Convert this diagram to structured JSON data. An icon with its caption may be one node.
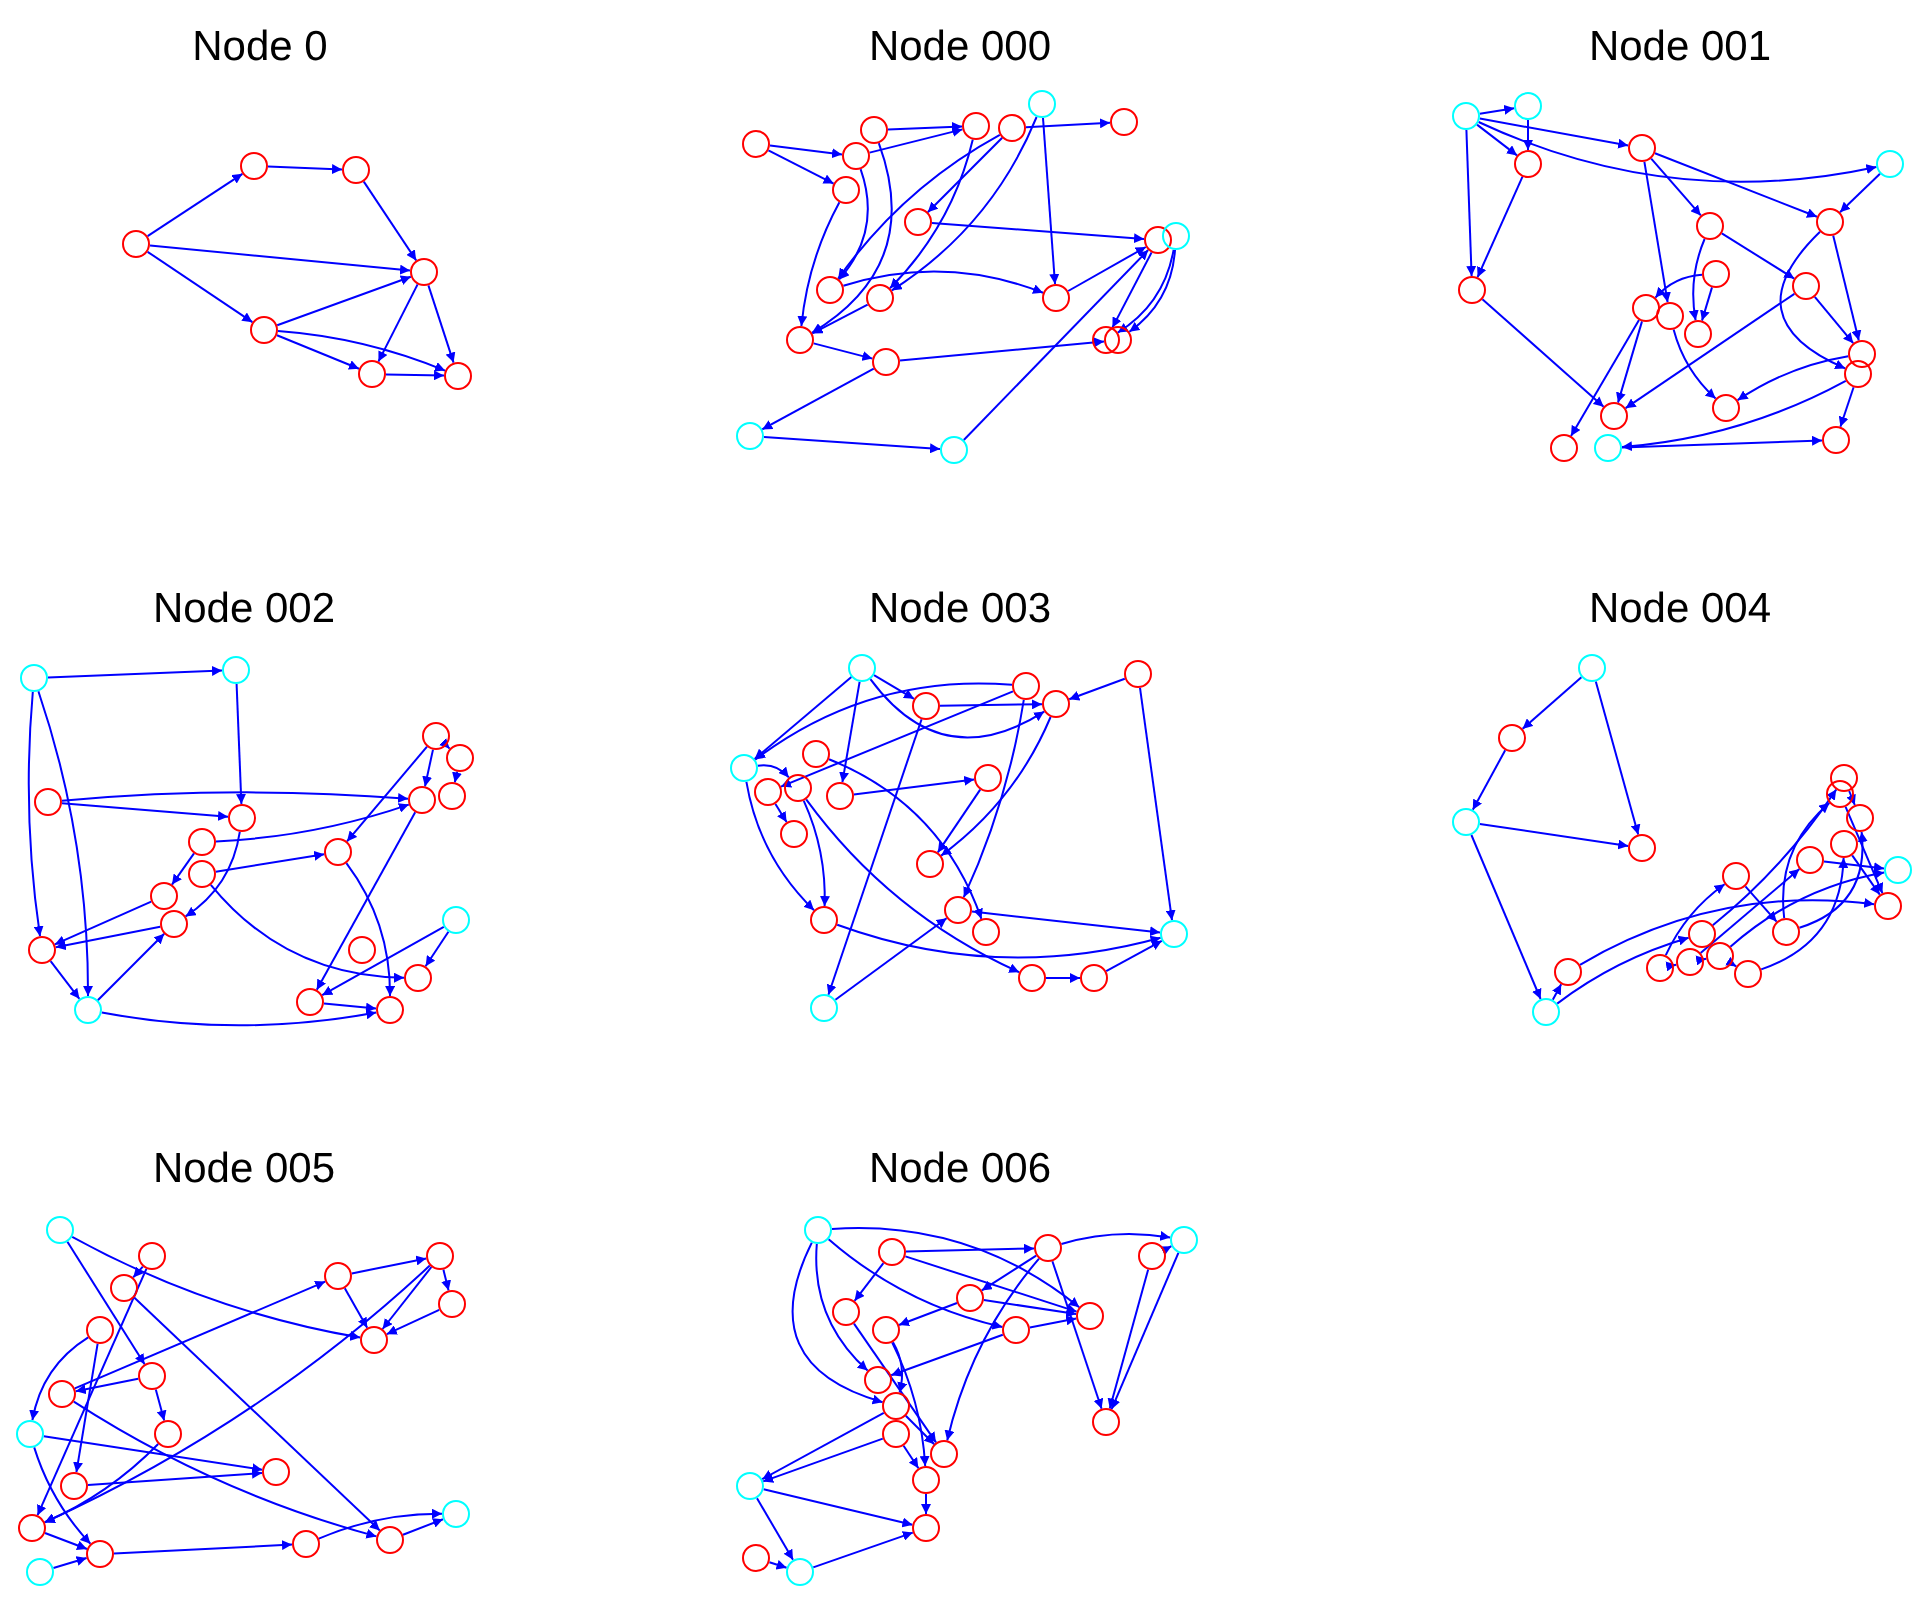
{
  "diagram": {
    "nodes": [
      {
        "text": [],
        "shape": "circle"
      },
      {
        "text": [],
        "shape": "circle"
      },
      {
        "text": [],
        "shape": "circle"
      },
      {
        "text": [],
        "shape": "circle"
      },
      {
        "text": [],
        "shape": "circle"
      },
      {
        "text": [],
        "shape": "circle"
      },
      {
        "text": [],
        "shape": "circle"
      },
      {
        "text": [],
        "shape": "circle"
      },
      {
        "text": [],
        "shape": "circle"
      },
      {
        "text": [],
        "shape": "circle"
      },
      {
        "text": [],
        "shape": "circle"
      },
      {
        "text": [],
        "shape": "circle"
      },
      {
        "text": [],
        "shape": "circle"
      },
      {
        "text": [],
        "shape": "circle"
      },
      {
        "text": [],
        "shape": "circle"
      },
      {
        "text": [],
        "shape": "circle"
      },
      {
        "text": [],
        "shape": "circle"
      },
      {
        "text": [],
        "shape": "circle"
      },
      {
        "text": [],
        "shape": "circle"
      },
      {
        "text": [],
        "shape": "circle"
      },
      {
        "text": [],
        "shape": "circle"
      },
      {
        "text": [],
        "shape": "circle"
      },
      {
        "text": [],
        "shape": "circle"
      },
      {
        "text": [],
        "shape": "circle"
      },
      {
        "text": [],
        "shape": "circle"
      },
      {
        "text": [],
        "shape": "circle"
      },
      {
        "text": [],
        "shape": "circle"
      },
      {
        "text": [],
        "shape": "circle"
      },
      {
        "text": [],
        "shape": "circle"
      },
      {
        "text": [],
        "shape": "circle"
      },
      {
        "text": [],
        "shape": "circle"
      },
      {
        "text": [],
        "shape": "circle"
      },
      {
        "text": [],
        "shape": "circle"
      },
      {
        "text": [],
        "shape": "circle"
      },
      {
        "text": [],
        "shape": "circle"
      },
      {
        "text": [],
        "shape": "circle"
      },
      {
        "text": [],
        "shape": "circle"
      },
      {
        "text": [],
        "shape": "circle"
      },
      {
        "text": [],
        "shape": "circle"
      },
      {
        "text": [],
        "shape": "circle"
      },
      {
        "text": [],
        "shape": "circle"
      },
      {
        "text": [],
        "shape": "circle"
      },
      {
        "text": [],
        "shape": "circle"
      },
      {
        "text": [],
        "shape": "circle"
      },
      {
        "text": [],
        "shape": "circle"
      },
      {
        "text": [],
        "shape": "circle"
      },
      {
        "text": [],
        "shape": "circle"
      },
      {
        "text": [],
        "shape": "circle"
      },
      {
        "text": [],
        "shape": "circle"
      },
      {
        "text": [],
        "shape": "circle"
      },
      {
        "text": [],
        "shape": "circle"
      },
      {
        "text": [],
        "shape": "circle"
      },
      {
        "text": [],
        "shape": "circle"
      },
      {
        "text": [],
        "shape": "circle"
      },
      {
        "text": [],
        "shape": "circle"
      },
      {
        "text": [],
        "shape": "circle"
      },
      {
        "text": [],
        "shape": "circle"
      },
      {
        "text": [],
        "shape": "circle"
      },
      {
        "text": [],
        "shape": "circle"
      },
      {
        "text": [],
        "shape": "circle"
      },
      {
        "text": [],
        "shape": "circle"
      },
      {
        "text": [],
        "shape": "circle"
      },
      {
        "text": [],
        "shape": "circle"
      },
      {
        "text": [],
        "shape": "circle"
      },
      {
        "text": [],
        "shape": "circle"
      },
      {
        "text": [],
        "shape": "circle"
      },
      {
        "text": [],
        "shape": "circle"
      },
      {
        "text": [],
        "shape": "circle"
      },
      {
        "text": [],
        "shape": "circle"
      },
      {
        "text": [],
        "shape": "circle"
      },
      {
        "text": [],
        "shape": "circle"
      },
      {
        "text": [],
        "shape": "circle"
      },
      {
        "text": [],
        "shape": "circle"
      },
      {
        "text": [],
        "shape": "circle"
      },
      {
        "text": [],
        "shape": "circle"
      },
      {
        "text": [],
        "shape": "circle"
      },
      {
        "text": [],
        "shape": "circle"
      },
      {
        "text": [],
        "shape": "circle"
      },
      {
        "text": [],
        "shape": "circle"
      },
      {
        "text": [],
        "shape": "circle"
      },
      {
        "text": [],
        "shape": "circle"
      },
      {
        "text": [],
        "shape": "circle"
      },
      {
        "text": [],
        "shape": "circle"
      },
      {
        "text": [],
        "shape": "circle"
      },
      {
        "text": [],
        "shape": "circle"
      },
      {
        "text": [],
        "shape": "circle"
      },
      {
        "text": [],
        "shape": "circle"
      },
      {
        "text": [],
        "shape": "circle"
      },
      {
        "text": [],
        "shape": "circle"
      },
      {
        "text": [],
        "shape": "circle"
      },
      {
        "text": [],
        "shape": "circle"
      },
      {
        "text": [],
        "shape": "circle"
      },
      {
        "text": [],
        "shape": "circle"
      },
      {
        "text": [],
        "shape": "circle"
      },
      {
        "text": [],
        "shape": "circle"
      },
      {
        "text": [],
        "shape": "circle"
      },
      {
        "text": [],
        "shape": "circle"
      },
      {
        "text": [],
        "shape": "circle"
      },
      {
        "text": [],
        "shape": "circle"
      },
      {
        "text": [],
        "shape": "circle"
      },
      {
        "text": [],
        "shape": "circle"
      },
      {
        "text": [],
        "shape": "circle"
      },
      {
        "text": [],
        "shape": "circle"
      },
      {
        "text": [],
        "shape": "circle"
      },
      {
        "text": [],
        "shape": "circle"
      },
      {
        "text": [],
        "shape": "circle"
      },
      {
        "text": [],
        "shape": "circle"
      },
      {
        "text": [],
        "shape": "circle"
      },
      {
        "text": [],
        "shape": "circle"
      },
      {
        "text": [],
        "shape": "circle"
      },
      {
        "text": [],
        "shape": "circle"
      },
      {
        "text": [],
        "shape": "circle"
      },
      {
        "text": [],
        "shape": "circle"
      },
      {
        "text": [],
        "shape": "circle"
      },
      {
        "text": [],
        "shape": "circle"
      },
      {
        "text": [],
        "shape": "circle"
      },
      {
        "text": [],
        "shape": "circle"
      },
      {
        "text": [],
        "shape": "circle"
      },
      {
        "text": [],
        "shape": "circle"
      },
      {
        "text": [],
        "shape": "circle"
      },
      {
        "text": [],
        "shape": "circle"
      },
      {
        "text": [],
        "shape": "circle"
      },
      {
        "text": [],
        "shape": "circle"
      },
      {
        "text": [],
        "shape": "circle"
      },
      {
        "text": [],
        "shape": "circle"
      },
      {
        "text": [],
        "shape": "circle"
      },
      {
        "text": [],
        "shape": "circle"
      },
      {
        "text": [],
        "shape": "circle"
      },
      {
        "text": [],
        "shape": "circle"
      },
      {
        "text": [],
        "shape": "circle"
      },
      {
        "text": [],
        "shape": "circle"
      },
      {
        "text": [],
        "shape": "circle"
      },
      {
        "text": [],
        "shape": "circle"
      },
      {
        "text": [],
        "shape": "circle"
      },
      {
        "text": [],
        "shape": "circle"
      },
      {
        "text": [],
        "shape": "circle"
      },
      {
        "text": [],
        "shape": "circle"
      },
      {
        "text": [],
        "shape": "circle"
      },
      {
        "text": [],
        "shape": "circle"
      },
      {
        "text": [],
        "shape": "circle"
      },
      {
        "text": [],
        "shape": "circle"
      },
      {
        "text": [],
        "shape": "circle"
      },
      {
        "text": [],
        "shape": "circle"
      },
      {
        "text": [],
        "shape": "circle"
      },
      {
        "text": [],
        "shape": "circle"
      },
      {
        "text": [],
        "shape": "circle"
      },
      {
        "text": [],
        "shape": "circle"
      }
    ],
    "edges": [
      {
        "from": 0,
        "to": 1,
        "arrow": "to"
      },
      {
        "from": 1,
        "to": 2,
        "arrow": "to"
      },
      {
        "from": 2,
        "to": 3,
        "arrow": "to"
      },
      {
        "from": 0,
        "to": 3,
        "arrow": "to"
      },
      {
        "from": 0,
        "to": 4,
        "arrow": "to"
      },
      {
        "from": 4,
        "to": 3,
        "arrow": "to"
      },
      {
        "from": 4,
        "to": 5,
        "arrow": "to"
      },
      {
        "from": 4,
        "to": 6,
        "arrow": "to"
      },
      {
        "from": 5,
        "to": 6,
        "arrow": "to"
      },
      {
        "from": 3,
        "to": 5,
        "arrow": "to"
      },
      {
        "from": 3,
        "to": 6,
        "arrow": "to"
      },
      {
        "from": 7,
        "to": 10,
        "arrow": "to"
      },
      {
        "from": 7,
        "to": 9,
        "arrow": "to"
      },
      {
        "from": 8,
        "to": 11,
        "arrow": "to"
      },
      {
        "from": 9,
        "to": 11,
        "arrow": "to"
      },
      {
        "from": 8,
        "to": 21,
        "arrow": "to"
      },
      {
        "from": 9,
        "to": 18,
        "arrow": "to"
      },
      {
        "from": 10,
        "to": 21,
        "arrow": "to"
      },
      {
        "from": 11,
        "to": 19,
        "arrow": "to"
      },
      {
        "from": 13,
        "to": 19,
        "arrow": "to"
      },
      {
        "from": 12,
        "to": 15,
        "arrow": "to"
      },
      {
        "from": 12,
        "to": 14,
        "arrow": "to"
      },
      {
        "from": 13,
        "to": 20,
        "arrow": "to"
      },
      {
        "from": 15,
        "to": 16,
        "arrow": "to"
      },
      {
        "from": 18,
        "to": 20,
        "arrow": "to"
      },
      {
        "from": 19,
        "to": 21,
        "arrow": "to"
      },
      {
        "from": 21,
        "to": 24,
        "arrow": "to"
      },
      {
        "from": 24,
        "to": 23,
        "arrow": "to"
      },
      {
        "from": 20,
        "to": 16,
        "arrow": "to"
      },
      {
        "from": 16,
        "to": 22,
        "arrow": "to"
      },
      {
        "from": 17,
        "to": 23,
        "arrow": "to"
      },
      {
        "from": 17,
        "to": 22,
        "arrow": "to"
      },
      {
        "from": 24,
        "to": 25,
        "arrow": "to"
      },
      {
        "from": 25,
        "to": 26,
        "arrow": "to"
      },
      {
        "from": 26,
        "to": 16,
        "arrow": "to"
      },
      {
        "from": 12,
        "to": 18,
        "arrow": "to"
      },
      {
        "from": 27,
        "to": 28,
        "arrow": "to"
      },
      {
        "from": 27,
        "to": 31,
        "arrow": "to"
      },
      {
        "from": 28,
        "to": 29,
        "arrow": "to"
      },
      {
        "from": 27,
        "to": 29,
        "arrow": "to"
      },
      {
        "from": 27,
        "to": 34,
        "arrow": "to"
      },
      {
        "from": 29,
        "to": 34,
        "arrow": "to"
      },
      {
        "from": 27,
        "to": 30,
        "arrow": "to"
      },
      {
        "from": 30,
        "to": 33,
        "arrow": "to"
      },
      {
        "from": 31,
        "to": 33,
        "arrow": "to"
      },
      {
        "from": 30,
        "to": 38,
        "arrow": "to"
      },
      {
        "from": 30,
        "to": 32,
        "arrow": "to"
      },
      {
        "from": 32,
        "to": 36,
        "arrow": "to"
      },
      {
        "from": 32,
        "to": 39,
        "arrow": "to"
      },
      {
        "from": 35,
        "to": 39,
        "arrow": "to"
      },
      {
        "from": 35,
        "to": 37,
        "arrow": "to"
      },
      {
        "from": 37,
        "to": 44,
        "arrow": "to"
      },
      {
        "from": 37,
        "to": 42,
        "arrow": "to"
      },
      {
        "from": 38,
        "to": 43,
        "arrow": "to"
      },
      {
        "from": 36,
        "to": 42,
        "arrow": "to"
      },
      {
        "from": 36,
        "to": 40,
        "arrow": "to"
      },
      {
        "from": 33,
        "to": 40,
        "arrow": "to"
      },
      {
        "from": 33,
        "to": 41,
        "arrow": "to"
      },
      {
        "from": 34,
        "to": 42,
        "arrow": "to"
      },
      {
        "from": 41,
        "to": 45,
        "arrow": "to"
      },
      {
        "from": 40,
        "to": 43,
        "arrow": "to"
      },
      {
        "from": 41,
        "to": 46,
        "arrow": "to"
      },
      {
        "from": 45,
        "to": 46,
        "arrow": "to"
      },
      {
        "from": 47,
        "to": 48,
        "arrow": "to"
      },
      {
        "from": 48,
        "to": 55,
        "arrow": "to"
      },
      {
        "from": 47,
        "to": 61,
        "arrow": "to"
      },
      {
        "from": 47,
        "to": 64,
        "arrow": "to"
      },
      {
        "from": 49,
        "to": 52,
        "arrow": "to"
      },
      {
        "from": 49,
        "to": 55,
        "arrow": "to"
      },
      {
        "from": 54,
        "to": 52,
        "arrow": "to"
      },
      {
        "from": 50,
        "to": 51,
        "arrow": "to"
      },
      {
        "from": 51,
        "to": 53,
        "arrow": "to"
      },
      {
        "from": 50,
        "to": 52,
        "arrow": "to"
      },
      {
        "from": 50,
        "to": 56,
        "arrow": "to"
      },
      {
        "from": 54,
        "to": 58,
        "arrow": "to"
      },
      {
        "from": 55,
        "to": 59,
        "arrow": "to"
      },
      {
        "from": 58,
        "to": 61,
        "arrow": "to"
      },
      {
        "from": 59,
        "to": 61,
        "arrow": "to"
      },
      {
        "from": 57,
        "to": 56,
        "arrow": "to"
      },
      {
        "from": 57,
        "to": 63,
        "arrow": "to"
      },
      {
        "from": 56,
        "to": 66,
        "arrow": "to"
      },
      {
        "from": 52,
        "to": 65,
        "arrow": "to"
      },
      {
        "from": 60,
        "to": 65,
        "arrow": "to"
      },
      {
        "from": 60,
        "to": 63,
        "arrow": "to"
      },
      {
        "from": 65,
        "to": 66,
        "arrow": "to"
      },
      {
        "from": 64,
        "to": 66,
        "arrow": "to"
      },
      {
        "from": 61,
        "to": 64,
        "arrow": "to"
      },
      {
        "from": 64,
        "to": 59,
        "arrow": "to"
      },
      {
        "from": 67,
        "to": 70,
        "arrow": "to"
      },
      {
        "from": 67,
        "to": 71,
        "arrow": "to"
      },
      {
        "from": 67,
        "to": 73,
        "arrow": "to"
      },
      {
        "from": 67,
        "to": 76,
        "arrow": "to"
      },
      {
        "from": 70,
        "to": 71,
        "arrow": "to"
      },
      {
        "from": 69,
        "to": 73,
        "arrow": "to"
      },
      {
        "from": 69,
        "to": 74,
        "arrow": "to"
      },
      {
        "from": 70,
        "to": 86,
        "arrow": "to"
      },
      {
        "from": 68,
        "to": 71,
        "arrow": "to"
      },
      {
        "from": 68,
        "to": 83,
        "arrow": "to"
      },
      {
        "from": 71,
        "to": 79,
        "arrow": "to"
      },
      {
        "from": 69,
        "to": 80,
        "arrow": "to"
      },
      {
        "from": 72,
        "to": 82,
        "arrow": "to"
      },
      {
        "from": 73,
        "to": 81,
        "arrow": "to"
      },
      {
        "from": 74,
        "to": 78,
        "arrow": "to"
      },
      {
        "from": 75,
        "to": 81,
        "arrow": "to"
      },
      {
        "from": 75,
        "to": 84,
        "arrow": "to"
      },
      {
        "from": 76,
        "to": 77,
        "arrow": "to"
      },
      {
        "from": 86,
        "to": 80,
        "arrow": "to"
      },
      {
        "from": 81,
        "to": 83,
        "arrow": "to"
      },
      {
        "from": 80,
        "to": 83,
        "arrow": "to"
      },
      {
        "from": 84,
        "to": 85,
        "arrow": "to"
      },
      {
        "from": 85,
        "to": 83,
        "arrow": "to"
      },
      {
        "from": 73,
        "to": 75,
        "arrow": "to"
      },
      {
        "from": 77,
        "to": 79,
        "arrow": "to"
      },
      {
        "from": 87,
        "to": 90,
        "arrow": "to"
      },
      {
        "from": 87,
        "to": 88,
        "arrow": "to"
      },
      {
        "from": 88,
        "to": 89,
        "arrow": "to"
      },
      {
        "from": 89,
        "to": 90,
        "arrow": "to"
      },
      {
        "from": 89,
        "to": 106,
        "arrow": "to"
      },
      {
        "from": 106,
        "to": 105,
        "arrow": "to"
      },
      {
        "from": 105,
        "to": 97,
        "arrow": "to"
      },
      {
        "from": 101,
        "to": 98,
        "arrow": "to"
      },
      {
        "from": 99,
        "to": 91,
        "arrow": "to"
      },
      {
        "from": 100,
        "to": 92,
        "arrow": "to"
      },
      {
        "from": 102,
        "to": 95,
        "arrow": "to"
      },
      {
        "from": 103,
        "to": 96,
        "arrow": "to"
      },
      {
        "from": 104,
        "to": 94,
        "arrow": "to"
      },
      {
        "from": 95,
        "to": 96,
        "arrow": "to"
      },
      {
        "from": 91,
        "to": 93,
        "arrow": "to"
      },
      {
        "from": 92,
        "to": 97,
        "arrow": "to"
      },
      {
        "from": 94,
        "to": 97,
        "arrow": "to"
      },
      {
        "from": 100,
        "to": 93,
        "arrow": "to"
      },
      {
        "from": 98,
        "to": 100,
        "arrow": "to"
      },
      {
        "from": 101,
        "to": 102,
        "arrow": "to"
      },
      {
        "from": 102,
        "to": 103,
        "arrow": "to"
      },
      {
        "from": 103,
        "to": 104,
        "arrow": "to"
      },
      {
        "from": 106,
        "to": 99,
        "arrow": "to"
      },
      {
        "from": 107,
        "to": 114,
        "arrow": "to"
      },
      {
        "from": 107,
        "to": 115,
        "arrow": "to"
      },
      {
        "from": 108,
        "to": 121,
        "arrow": "to"
      },
      {
        "from": 109,
        "to": 123,
        "arrow": "to"
      },
      {
        "from": 110,
        "to": 111,
        "arrow": "to"
      },
      {
        "from": 110,
        "to": 114,
        "arrow": "to"
      },
      {
        "from": 111,
        "to": 114,
        "arrow": "to"
      },
      {
        "from": 111,
        "to": 112,
        "arrow": "to"
      },
      {
        "from": 112,
        "to": 114,
        "arrow": "to"
      },
      {
        "from": 111,
        "to": 121,
        "arrow": "to"
      },
      {
        "from": 116,
        "to": 110,
        "arrow": "to"
      },
      {
        "from": 115,
        "to": 118,
        "arrow": "to"
      },
      {
        "from": 117,
        "to": 119,
        "arrow": "to"
      },
      {
        "from": 117,
        "to": 125,
        "arrow": "to"
      },
      {
        "from": 116,
        "to": 123,
        "arrow": "to"
      },
      {
        "from": 120,
        "to": 119,
        "arrow": "to"
      },
      {
        "from": 118,
        "to": 121,
        "arrow": "to"
      },
      {
        "from": 121,
        "to": 125,
        "arrow": "to"
      },
      {
        "from": 125,
        "to": 124,
        "arrow": "to"
      },
      {
        "from": 124,
        "to": 122,
        "arrow": "to"
      },
      {
        "from": 123,
        "to": 122,
        "arrow": "to"
      },
      {
        "from": 126,
        "to": 125,
        "arrow": "to"
      },
      {
        "from": 113,
        "to": 120,
        "arrow": "to"
      },
      {
        "from": 113,
        "to": 117,
        "arrow": "to"
      },
      {
        "from": 115,
        "to": 116,
        "arrow": "to"
      },
      {
        "from": 108,
        "to": 109,
        "arrow": "to"
      },
      {
        "from": 127,
        "to": 133,
        "arrow": "to"
      },
      {
        "from": 127,
        "to": 135,
        "arrow": "to"
      },
      {
        "from": 127,
        "to": 137,
        "arrow": "to"
      },
      {
        "from": 127,
        "to": 138,
        "arrow": "to"
      },
      {
        "from": 128,
        "to": 129,
        "arrow": "to"
      },
      {
        "from": 128,
        "to": 134,
        "arrow": "to"
      },
      {
        "from": 129,
        "to": 131,
        "arrow": "to"
      },
      {
        "from": 129,
        "to": 132,
        "arrow": "to"
      },
      {
        "from": 129,
        "to": 139,
        "arrow": "to"
      },
      {
        "from": 129,
        "to": 141,
        "arrow": "to"
      },
      {
        "from": 130,
        "to": 139,
        "arrow": "to"
      },
      {
        "from": 131,
        "to": 139,
        "arrow": "to"
      },
      {
        "from": 130,
        "to": 131,
        "arrow": "to"
      },
      {
        "from": 132,
        "to": 133,
        "arrow": "to"
      },
      {
        "from": 132,
        "to": 136,
        "arrow": "to"
      },
      {
        "from": 135,
        "to": 133,
        "arrow": "to"
      },
      {
        "from": 136,
        "to": 142,
        "arrow": "to"
      },
      {
        "from": 136,
        "to": 138,
        "arrow": "to"
      },
      {
        "from": 134,
        "to": 141,
        "arrow": "to"
      },
      {
        "from": 138,
        "to": 141,
        "arrow": "to"
      },
      {
        "from": 140,
        "to": 143,
        "arrow": "to"
      },
      {
        "from": 138,
        "to": 143,
        "arrow": "to"
      },
      {
        "from": 143,
        "to": 144,
        "arrow": "to"
      },
      {
        "from": 143,
        "to": 146,
        "arrow": "to"
      },
      {
        "from": 145,
        "to": 146,
        "arrow": "to"
      },
      {
        "from": 146,
        "to": 144,
        "arrow": "to"
      },
      {
        "from": 142,
        "to": 144,
        "arrow": "to"
      },
      {
        "from": 140,
        "to": 142,
        "arrow": "to"
      },
      {
        "from": 128,
        "to": 133,
        "arrow": "to"
      },
      {
        "from": 135,
        "to": 137,
        "arrow": "to"
      }
    ],
    "labels": [
      "Node 0",
      "Node 000",
      "Node 001",
      "Node 002",
      "Node 003",
      "Node 004",
      "Node 005",
      "Node 006"
    ]
  }
}
